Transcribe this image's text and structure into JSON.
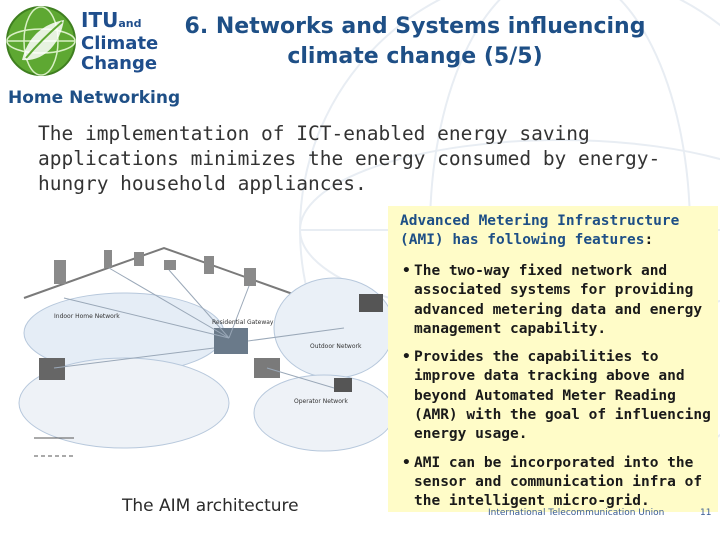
{
  "logo": {
    "line1": "ITU",
    "line1_suffix": "and",
    "line2": "Climate",
    "line3": "Change"
  },
  "title": {
    "line1": "6. Networks and Systems influencing",
    "line2": "climate change (5/5)"
  },
  "subtitle": "Home Networking",
  "intro": "The implementation of ICT-enabled energy saving applications minimizes the energy consumed by energy-hungry household appliances.",
  "caption": "The AIM architecture",
  "ami": {
    "heading": "Advanced Metering Infrastructure (AMI) has following features",
    "heading_colon": ":",
    "bullets": [
      "The two-way fixed network and associated systems for providing advanced metering data and energy management capability.",
      "Provides the capabilities to improve data tracking above and beyond Automated Meter Reading (AMR) with the goal of influencing energy usage.",
      "AMI can be incorporated into the sensor and communication infra of the intelligent micro-grid."
    ]
  },
  "footer": {
    "text": "International Telecommunication Union",
    "page": "11"
  },
  "diagram_labels": {
    "home_networking": "Indoor Home Network",
    "home_gateway": "Residential Gateway",
    "outdoor_network": "Outdoor Network",
    "operator_network": "Operator Network"
  },
  "colors": {
    "title": "#1e4f86",
    "ami_box": "#fffcc8",
    "logo_green": "#4c9a2a"
  }
}
